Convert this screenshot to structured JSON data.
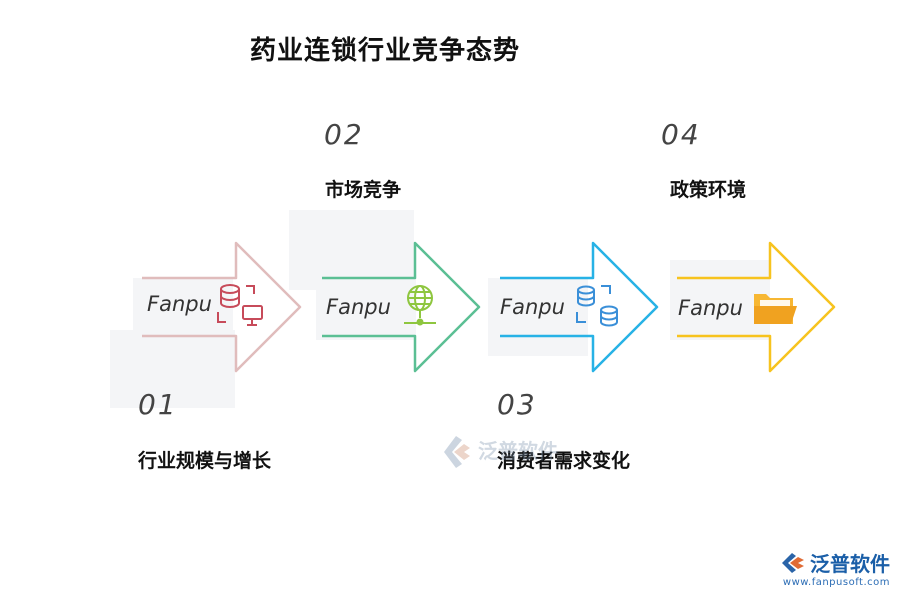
{
  "title": "药业连锁行业竞争态势",
  "items": [
    {
      "num": "01",
      "label": "行业规模与增长",
      "tag": "Fanpu",
      "icon": "database-monitor-icon",
      "color": "#e0bcbc"
    },
    {
      "num": "02",
      "label": "市场竞争",
      "tag": "Fanpu",
      "icon": "globe-network-icon",
      "color": "#5bbf94"
    },
    {
      "num": "03",
      "label": "消费者需求变化",
      "tag": "Fanpu",
      "icon": "database-sync-icon",
      "color": "#27b2e6"
    },
    {
      "num": "04",
      "label": "政策环境",
      "tag": "Fanpu",
      "icon": "folder-icon",
      "color": "#f7c31e"
    }
  ],
  "watermark": "泛普软件",
  "brand": {
    "name": "泛普软件",
    "url": "www.fanpusoft.com"
  }
}
